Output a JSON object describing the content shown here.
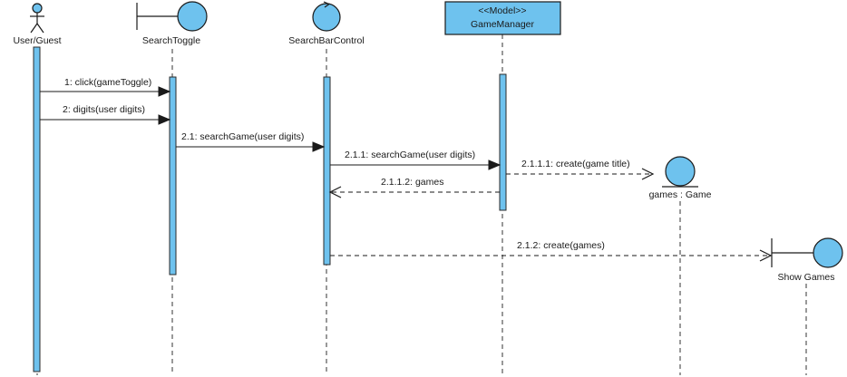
{
  "diagram": {
    "type": "sequence",
    "participants": {
      "user": {
        "label": "User/Guest",
        "kind": "actor"
      },
      "search_toggle": {
        "label": "SearchToggle",
        "kind": "boundary"
      },
      "search_bar_control": {
        "label": "SearchBarControl",
        "kind": "control"
      },
      "game_manager": {
        "stereotype": "<<Model>>",
        "label": "GameManager",
        "kind": "class"
      },
      "games_game": {
        "label": "games : Game",
        "kind": "entity"
      },
      "show_games": {
        "label": "Show Games",
        "kind": "boundary"
      }
    },
    "messages": [
      {
        "label": "1: click(gameToggle)",
        "from": "User/Guest",
        "to": "SearchToggle",
        "style": "sync"
      },
      {
        "label": "2: digits(user digits)",
        "from": "User/Guest",
        "to": "SearchToggle",
        "style": "sync"
      },
      {
        "label": "2.1: searchGame(user digits)",
        "from": "SearchToggle",
        "to": "SearchBarControl",
        "style": "sync"
      },
      {
        "label": "2.1.1: searchGame(user digits)",
        "from": "SearchBarControl",
        "to": "GameManager",
        "style": "sync"
      },
      {
        "label": "2.1.1.1: create(game title)",
        "from": "GameManager",
        "to": "games : Game",
        "style": "create"
      },
      {
        "label": "2.1.1.2: games",
        "from": "GameManager",
        "to": "SearchBarControl",
        "style": "return"
      },
      {
        "label": "2.1.2: create(games)",
        "from": "SearchBarControl",
        "to": "Show Games",
        "style": "create"
      }
    ],
    "colors": {
      "fill": "#6ec2ee",
      "line": "#1a1a1a"
    }
  }
}
